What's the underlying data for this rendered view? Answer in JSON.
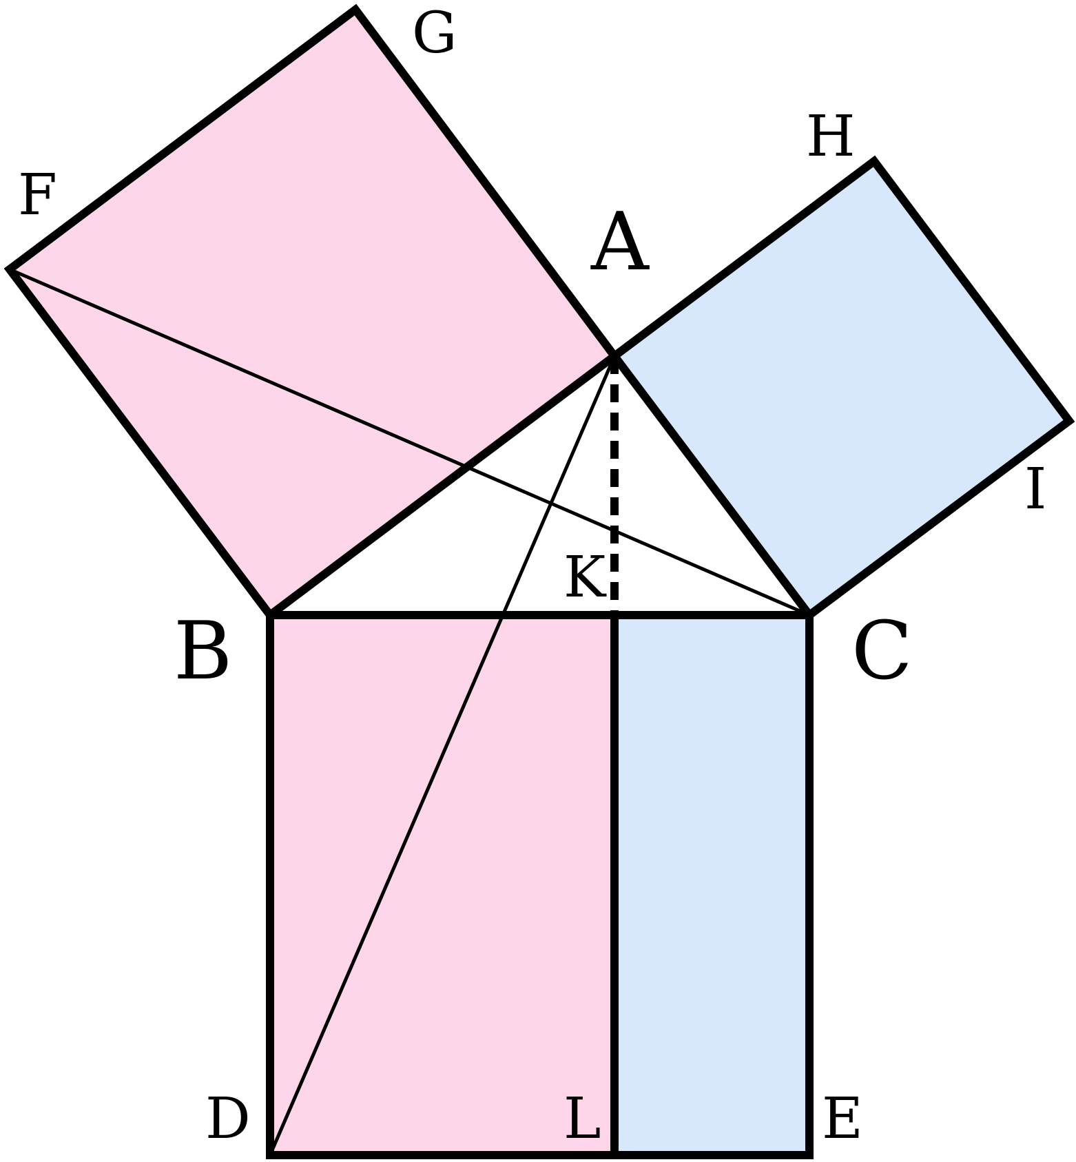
{
  "colors": {
    "pink": "#fdd6e9",
    "blue": "#d7e8fd",
    "stroke": "#000000",
    "background": "#ffffff"
  },
  "labels": {
    "A": "A",
    "B": "B",
    "C": "C",
    "D": "D",
    "E": "E",
    "F": "F",
    "G": "G",
    "H": "H",
    "I": "I",
    "K": "K",
    "L": "L"
  }
}
